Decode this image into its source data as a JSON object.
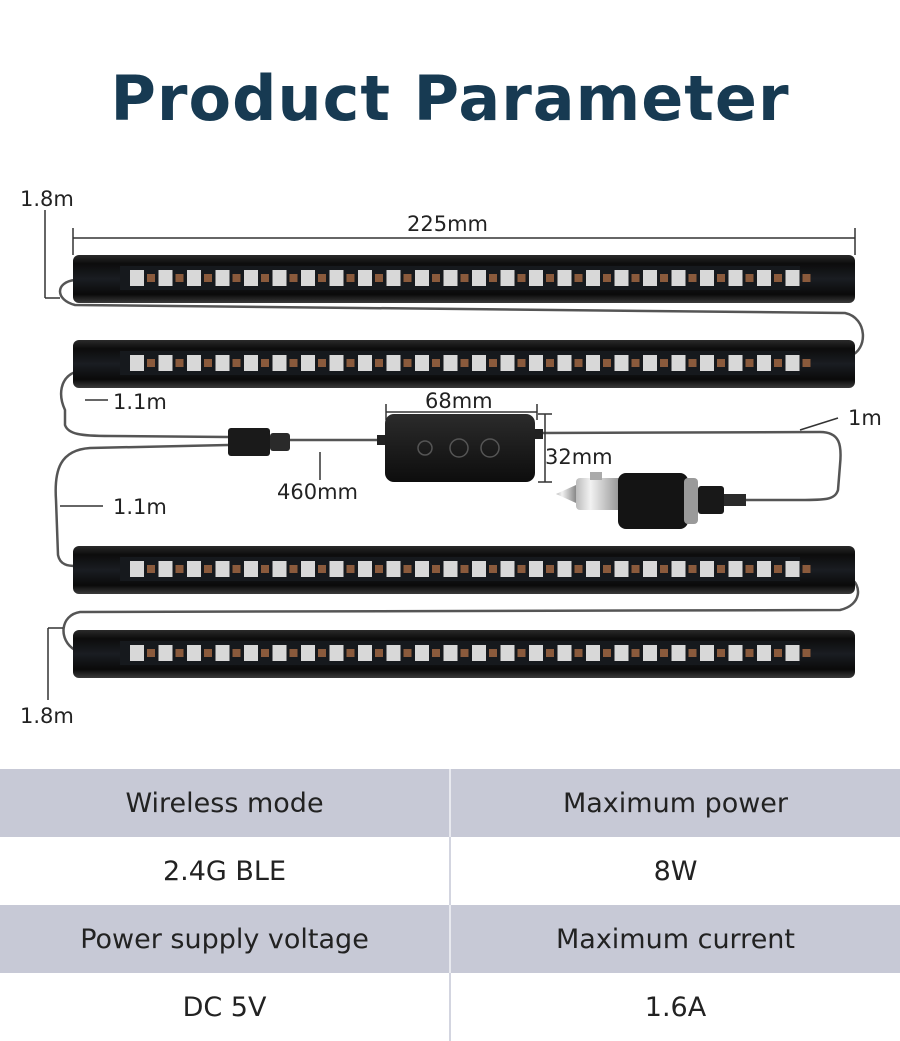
{
  "title": "Product Parameter",
  "dimensions": {
    "top_cable": "1.8m",
    "bar_length": "225mm",
    "cable_a": "1.1m",
    "controller_width": "68mm",
    "controller_height": "32mm",
    "usb_cable": "1m",
    "branch_cable": "460mm",
    "cable_b": "1.1m",
    "bottom_cable": "1.8m"
  },
  "specs": [
    {
      "left_label": "Wireless mode",
      "right_label": "Maximum power",
      "left_value": "2.4G BLE",
      "right_value": "8W"
    },
    {
      "left_label": "Power supply voltage",
      "right_label": "Maximum current",
      "left_value": "DC 5V",
      "right_value": "1.6A"
    }
  ]
}
